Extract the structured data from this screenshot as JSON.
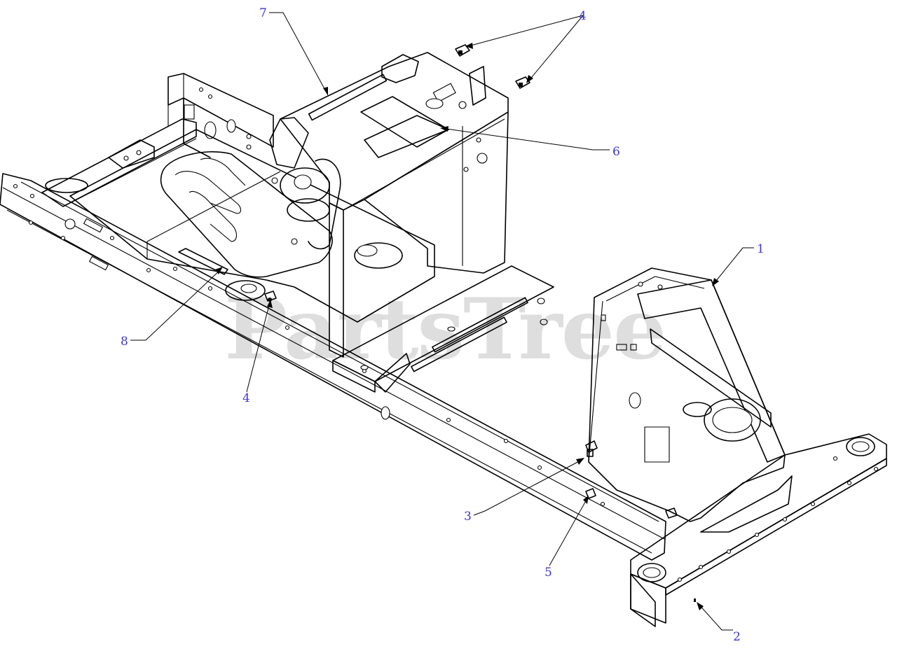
{
  "watermark": "PartsTree",
  "colors": {
    "callout": "#3d37d6",
    "line": "#000000",
    "watermark": "#bdbdbd"
  },
  "callouts": [
    {
      "id": "c7",
      "label": "7"
    },
    {
      "id": "c4a",
      "label": "4"
    },
    {
      "id": "c6",
      "label": "6"
    },
    {
      "id": "c1",
      "label": "1"
    },
    {
      "id": "c8",
      "label": "8"
    },
    {
      "id": "c4b",
      "label": "4"
    },
    {
      "id": "c3",
      "label": "3"
    },
    {
      "id": "c5",
      "label": "5"
    },
    {
      "id": "c2",
      "label": "2"
    }
  ]
}
